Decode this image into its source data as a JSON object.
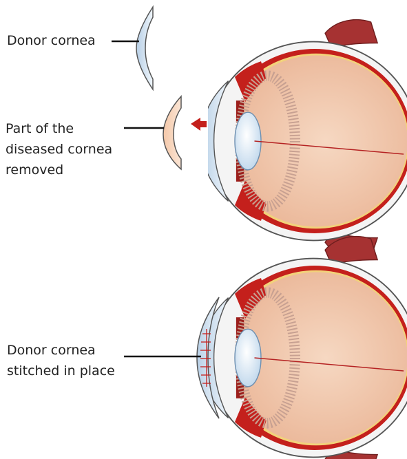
{
  "labels": {
    "donor_cornea": "Donor cornea",
    "part_removed": [
      "Part of the",
      "diseased cornea",
      "removed"
    ],
    "stitched": [
      "Donor cornea",
      "stitched in place"
    ]
  },
  "colors": {
    "sclera": "#f4f4f4",
    "outline": "#555555",
    "choroid": "#c4201c",
    "retina_line": "#e9c46a",
    "vitreous": "#f1c8ac",
    "cornea": "#dbe9f4",
    "lens": "#eaf3fb",
    "iris": "#9c1f1c",
    "ciliary": "#c9a293",
    "muscle": "#9b2d2d",
    "optic_nerve": "#f2d46b",
    "arrow": "#c4201c",
    "stitch": "#c4201c"
  },
  "icons": [
    "eye-cross-section-icon",
    "arrow-left-icon"
  ]
}
